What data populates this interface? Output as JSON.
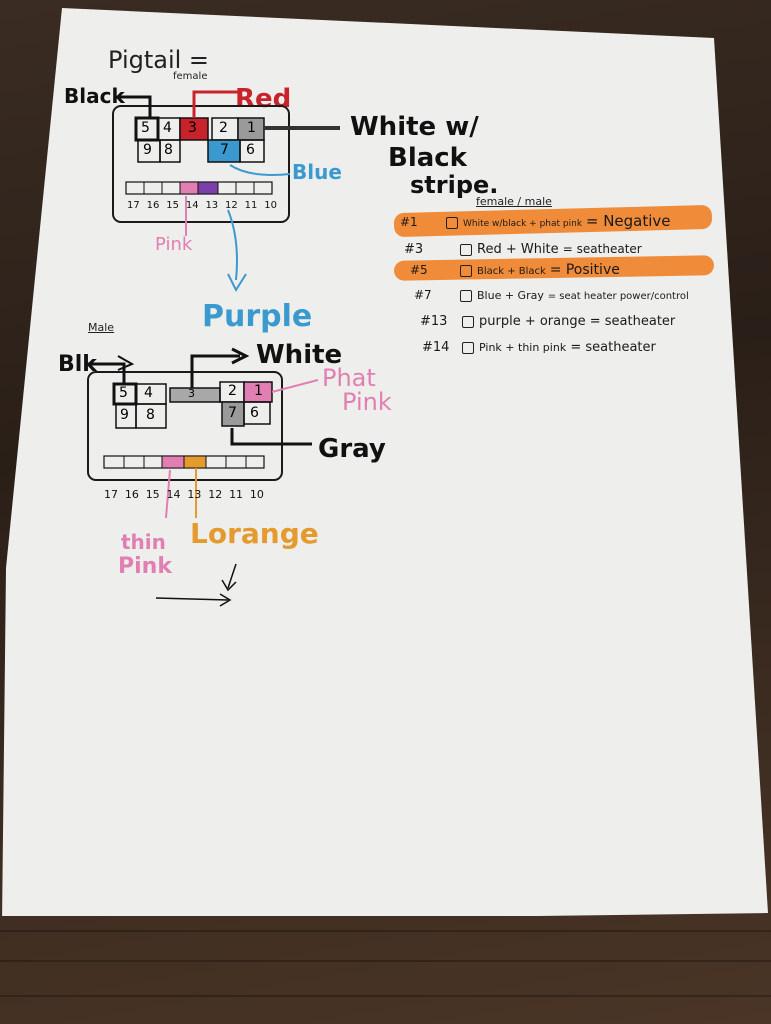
{
  "pigtail": {
    "title": "Pigtail =",
    "subtitle": "female",
    "labels": {
      "black": "Black",
      "red": "Red",
      "white_w": "White w/",
      "black2": "Black",
      "stripe": "stripe.",
      "blue": "Blue",
      "pink": "Pink",
      "purple": "Purple"
    },
    "top_cells": [
      "5",
      "4",
      "3",
      "2",
      "1"
    ],
    "mid_cells": [
      "9",
      "8",
      "7",
      "6"
    ],
    "bottom_numbers": [
      "17",
      "16",
      "15",
      "14",
      "13",
      "12",
      "11",
      "10"
    ]
  },
  "male": {
    "title": "Male",
    "labels": {
      "blk": "Blk",
      "white": "White",
      "phat": "Phat",
      "pink": "Pink",
      "gray": "Gray",
      "thin": "thin",
      "pink2": "Pink",
      "lorange": "Lorange"
    },
    "top_cells": [
      "5",
      "4",
      "2",
      "1"
    ],
    "cell3": "3",
    "mid_cells": [
      "9",
      "8",
      "7",
      "6"
    ],
    "bottom_numbers": [
      "17",
      "16",
      "15",
      "14",
      "13",
      "12",
      "11",
      "10"
    ]
  },
  "legend": {
    "header": "female / male",
    "rows": [
      {
        "num": "#1",
        "text": "White w/black + phat pink",
        "value": "= Negative",
        "highlight": true
      },
      {
        "num": "#3",
        "text": "Red + White",
        "value": "= seatheater",
        "highlight": false
      },
      {
        "num": "#5",
        "text": "Black + Black",
        "value": "= Positive",
        "highlight": true
      },
      {
        "num": "#7",
        "text": "Blue + Gray",
        "value": "= seat heater power/control",
        "highlight": false
      },
      {
        "num": "#13",
        "text": "purple + orange",
        "value": "= seatheater",
        "highlight": false
      },
      {
        "num": "#14",
        "text": "Pink + thin pink",
        "value": "= seatheater",
        "highlight": false
      }
    ]
  },
  "colors": {
    "red": "#c8232b",
    "blue": "#3a9ad0",
    "pink": "#e27fb2",
    "purple": "#7a3fa8",
    "orange": "#e59a2e",
    "highlight": "#f07a1a",
    "gray": "#8c8c8c"
  }
}
